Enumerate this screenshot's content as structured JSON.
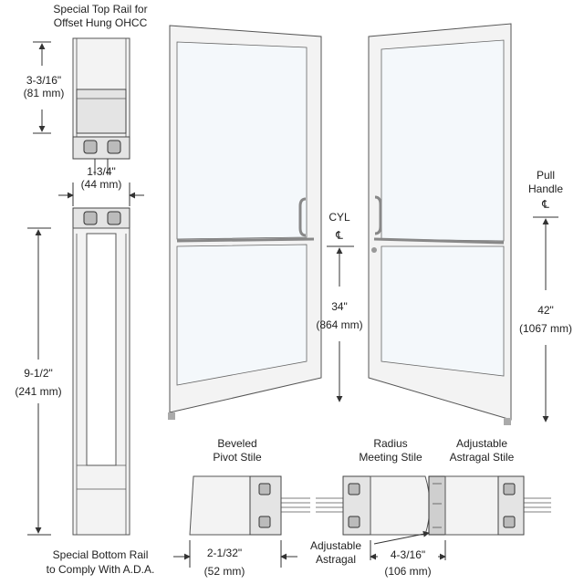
{
  "labels": {
    "top_rail_1": "Special Top Rail for",
    "top_rail_2": "Offset Hung OHCC",
    "top_rail_dim_1": "3-3/16\"",
    "top_rail_dim_2": "(81 mm)",
    "stile_width_1": "1-3/4\"",
    "stile_width_2": "(44 mm)",
    "bottom_rail_dim_1": "9-1/2\"",
    "bottom_rail_dim_2": "(241 mm)",
    "bottom_rail_1": "Special Bottom Rail",
    "bottom_rail_2": "to Comply With A.D.A.",
    "cyl_1": "CYL",
    "cyl_2": "℄",
    "cyl_dim_1": "34\"",
    "cyl_dim_2": "(864 mm)",
    "pull_1": "Pull",
    "pull_2": "Handle",
    "pull_3": "℄",
    "pull_dim_1": "42\"",
    "pull_dim_2": "(1067 mm)",
    "beveled_1": "Beveled",
    "beveled_2": "Pivot Stile",
    "radius_1": "Radius",
    "radius_2": "Meeting Stile",
    "adjustable_stile_1": "Adjustable",
    "adjustable_stile_2": "Astragal Stile",
    "astragal_1": "Adjustable",
    "astragal_2": "Astragal",
    "pivot_dim_1": "2-1/32\"",
    "pivot_dim_2": "(52 mm)",
    "meeting_dim_1": "4-3/16\"",
    "meeting_dim_2": "(106 mm)"
  }
}
